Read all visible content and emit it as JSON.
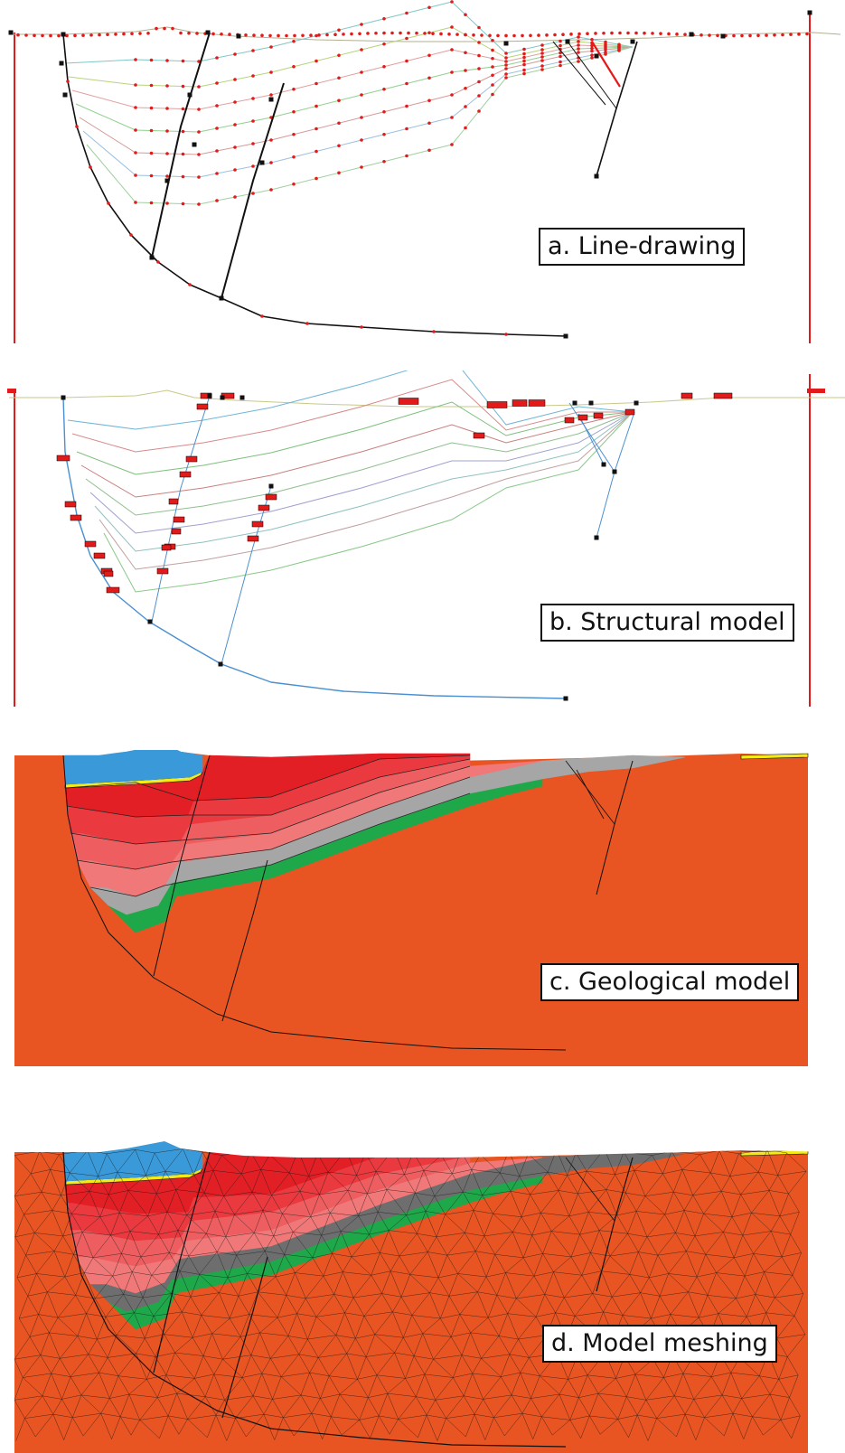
{
  "figure": {
    "panels": [
      {
        "id": "a",
        "caption": "a. Line-drawing"
      },
      {
        "id": "b",
        "caption": "b. Structural model"
      },
      {
        "id": "c",
        "caption": "c. Geological model"
      },
      {
        "id": "d",
        "caption": "d. Model meshing"
      }
    ]
  },
  "colors": {
    "basement": "#E85422",
    "water_blue": "#3A9AD9",
    "yellow_layer": "#F5EA18",
    "red_dark": "#E31F26",
    "red_mid": "#EA3A3F",
    "red_light": "#EE5E60",
    "pink": "#F07878",
    "grey": "#A6A6A6",
    "grey_dark": "#6E6E6E",
    "green": "#1FA84A",
    "fault_black": "#111111",
    "marker_red": "#E21A1A"
  }
}
